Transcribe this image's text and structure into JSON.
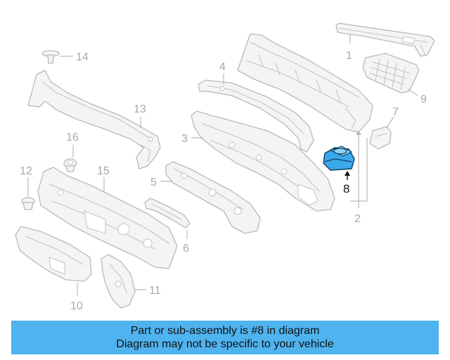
{
  "callouts": {
    "c1": "1",
    "c2": "2",
    "c3": "3",
    "c4": "4",
    "c5": "5",
    "c6": "6",
    "c7": "7",
    "c8": "8",
    "c9": "9",
    "c10": "10",
    "c11": "11",
    "c12": "12",
    "c13": "13",
    "c14": "14",
    "c15": "15",
    "c16": "16"
  },
  "highlight": {
    "part_number": "8",
    "color": "#3aa9ea"
  },
  "caption": {
    "line1": "Part or sub-assembly is #8 in diagram",
    "line2": "Diagram may not be specific to your vehicle",
    "background": "#4fb3ef"
  }
}
